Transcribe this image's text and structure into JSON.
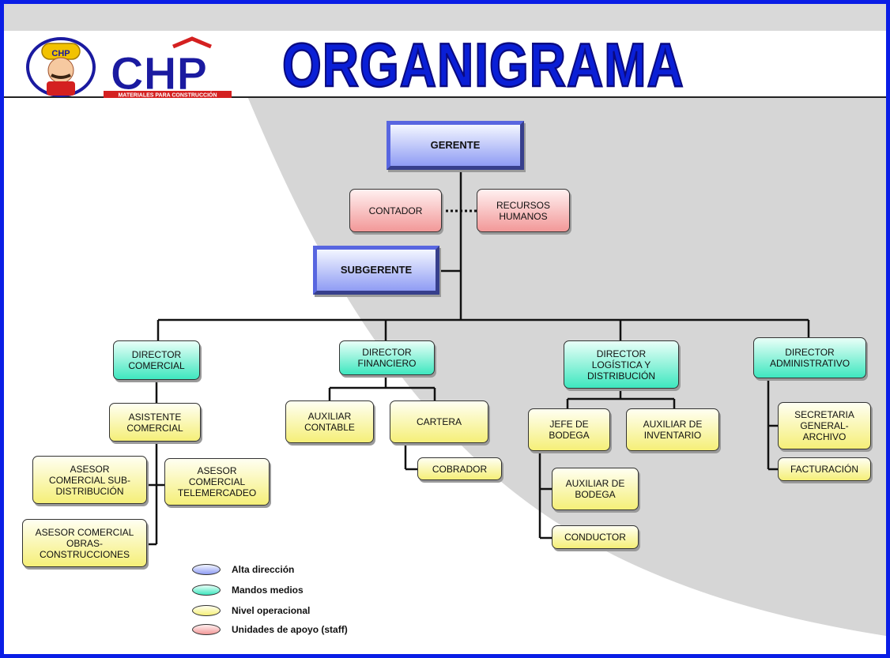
{
  "header": {
    "title": "ORGANIGRAMA",
    "logo_text": "CHP",
    "logo_badge_text": "CHP",
    "logo_tagline": "MATERIALES PARA CONSTRUCCIÓN"
  },
  "nodes": {
    "gerente": "GERENTE",
    "contador": "CONTADOR",
    "rrhh": "RECURSOS\nHUMANOS",
    "subgerente": "SUBGERENTE",
    "dir_comercial": "DIRECTOR\nCOMERCIAL",
    "dir_financiero": "DIRECTOR\nFINANCIERO",
    "dir_logistica": "DIRECTOR\nLOGÍSTICA Y\nDISTRIBUCIÓN",
    "dir_admin": "DIRECTOR\nADMINISTRATIVO",
    "asistente_comercial": "ASISTENTE\nCOMERCIAL",
    "asesor_sub": "ASESOR\nCOMERCIAL SUB-\nDISTRIBUCIÓN",
    "asesor_tele": "ASESOR\nCOMERCIAL\nTELEMERCADEO",
    "asesor_obras": "ASESOR COMERCIAL\nOBRAS-\nCONSTRUCCIONES",
    "aux_contable": "AUXILIAR\nCONTABLE",
    "cartera": "CARTERA",
    "cobrador": "COBRADOR",
    "jefe_bodega": "JEFE DE\nBODEGA",
    "aux_inventario": "AUXILIAR DE\nINVENTARIO",
    "aux_bodega": "AUXILIAR DE\nBODEGA",
    "conductor": "CONDUCTOR",
    "secretaria": "SECRETARIA\nGENERAL-\nARCHIVO",
    "facturacion": "FACTURACIÓN"
  },
  "legend": [
    {
      "label": "Alta dirección",
      "color": "#8f9cf4"
    },
    {
      "label": "Mandos medios",
      "color": "#3ee7bf"
    },
    {
      "label": "Nivel operacional",
      "color": "#f5ef78"
    },
    {
      "label": "Unidades de apoyo (staff)",
      "color": "#f29898"
    }
  ]
}
